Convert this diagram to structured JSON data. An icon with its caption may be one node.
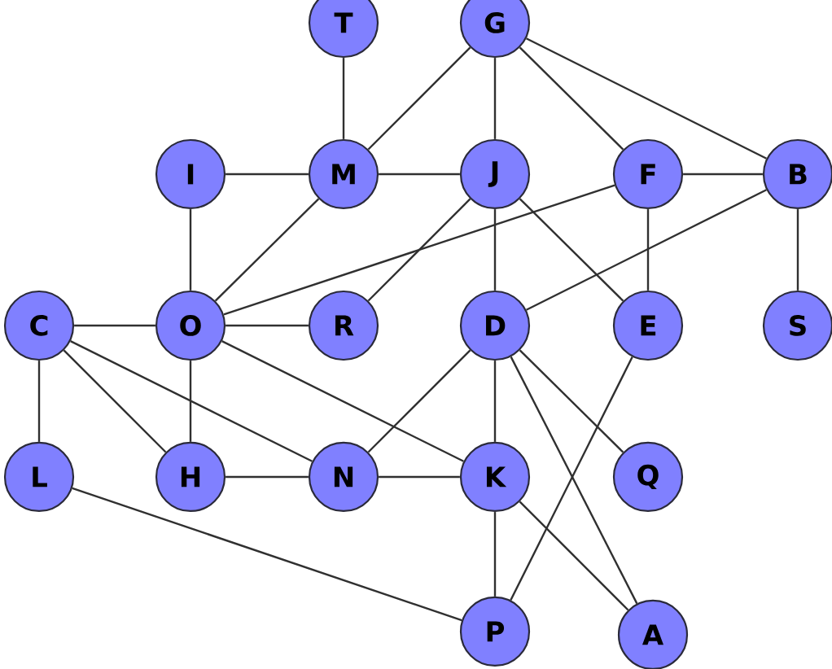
{
  "diagram": {
    "nodes": [
      {
        "text": [
          "T"
        ]
      },
      {
        "text": [
          "G"
        ]
      },
      {
        "text": [
          "I"
        ]
      },
      {
        "text": [
          "M"
        ]
      },
      {
        "text": [
          "J"
        ]
      },
      {
        "text": [
          "F"
        ]
      },
      {
        "text": [
          "B"
        ]
      },
      {
        "text": [
          "C"
        ]
      },
      {
        "text": [
          "O"
        ]
      },
      {
        "text": [
          "R"
        ]
      },
      {
        "text": [
          "D"
        ]
      },
      {
        "text": [
          "E"
        ]
      },
      {
        "text": [
          "S"
        ]
      },
      {
        "text": [
          "L"
        ]
      },
      {
        "text": [
          "H"
        ]
      },
      {
        "text": [
          "N"
        ]
      },
      {
        "text": [
          "K"
        ]
      },
      {
        "text": [
          "Q"
        ]
      },
      {
        "text": [
          "P"
        ]
      },
      {
        "text": [
          "A"
        ]
      }
    ],
    "edges": [
      {
        "from": 0,
        "to": 3,
        "arrow": "none"
      },
      {
        "from": 1,
        "to": 3,
        "arrow": "none"
      },
      {
        "from": 1,
        "to": 4,
        "arrow": "none"
      },
      {
        "from": 1,
        "to": 5,
        "arrow": "none"
      },
      {
        "from": 1,
        "to": 6,
        "arrow": "none"
      },
      {
        "from": 2,
        "to": 3,
        "arrow": "none"
      },
      {
        "from": 3,
        "to": 4,
        "arrow": "none"
      },
      {
        "from": 5,
        "to": 6,
        "arrow": "none"
      },
      {
        "from": 2,
        "to": 8,
        "arrow": "none"
      },
      {
        "from": 3,
        "to": 8,
        "arrow": "none"
      },
      {
        "from": 4,
        "to": 9,
        "arrow": "none"
      },
      {
        "from": 4,
        "to": 10,
        "arrow": "none"
      },
      {
        "from": 4,
        "to": 11,
        "arrow": "none"
      },
      {
        "from": 5,
        "to": 8,
        "arrow": "none"
      },
      {
        "from": 5,
        "to": 11,
        "arrow": "none"
      },
      {
        "from": 6,
        "to": 10,
        "arrow": "none"
      },
      {
        "from": 6,
        "to": 12,
        "arrow": "none"
      },
      {
        "from": 7,
        "to": 8,
        "arrow": "none"
      },
      {
        "from": 8,
        "to": 9,
        "arrow": "none"
      },
      {
        "from": 7,
        "to": 13,
        "arrow": "none"
      },
      {
        "from": 7,
        "to": 14,
        "arrow": "none"
      },
      {
        "from": 7,
        "to": 15,
        "arrow": "none"
      },
      {
        "from": 8,
        "to": 14,
        "arrow": "none"
      },
      {
        "from": 8,
        "to": 16,
        "arrow": "none"
      },
      {
        "from": 10,
        "to": 15,
        "arrow": "none"
      },
      {
        "from": 10,
        "to": 16,
        "arrow": "none"
      },
      {
        "from": 10,
        "to": 17,
        "arrow": "none"
      },
      {
        "from": 10,
        "to": 19,
        "arrow": "none"
      },
      {
        "from": 11,
        "to": 18,
        "arrow": "none"
      },
      {
        "from": 14,
        "to": 15,
        "arrow": "none"
      },
      {
        "from": 15,
        "to": 16,
        "arrow": "none"
      },
      {
        "from": 16,
        "to": 18,
        "arrow": "none"
      },
      {
        "from": 16,
        "to": 19,
        "arrow": "none"
      },
      {
        "from": 13,
        "to": 18,
        "arrow": "none"
      }
    ]
  }
}
